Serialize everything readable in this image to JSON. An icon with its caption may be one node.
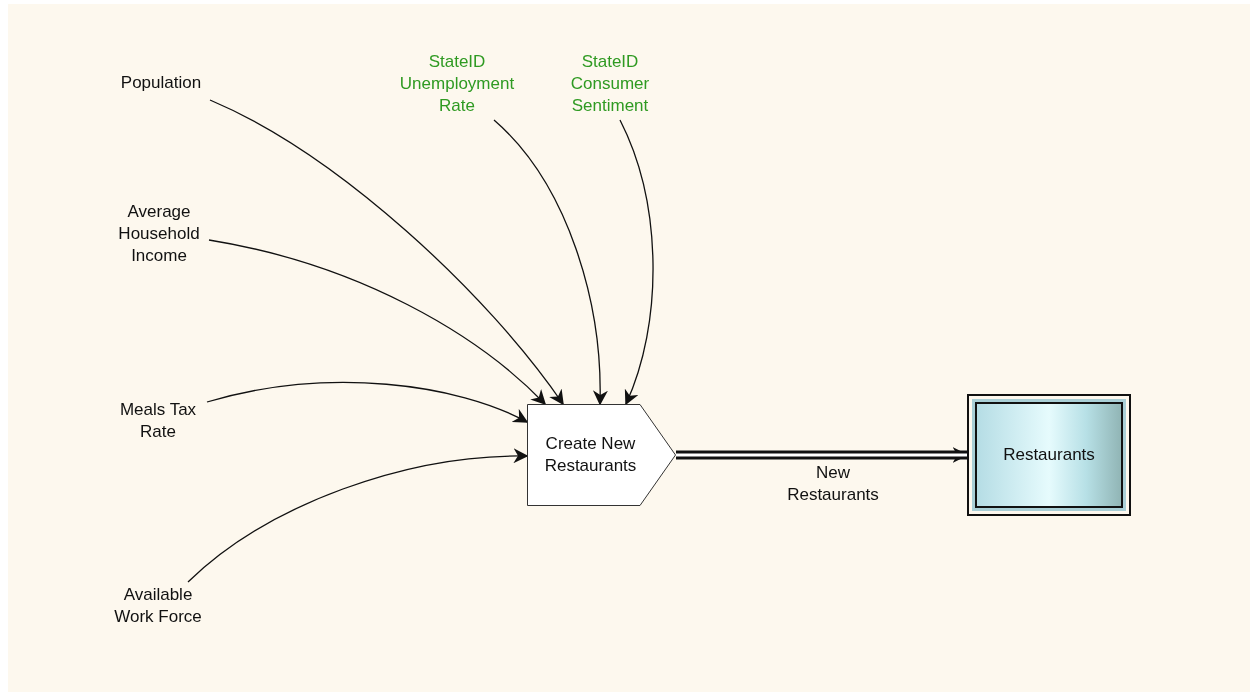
{
  "diagram": {
    "nodes": [
      {
        "text": [
          "Population"
        ]
      },
      {
        "text": [
          "StateID Unemployment Rate"
        ]
      },
      {
        "text": [
          "StateID Consumer Sentiment"
        ]
      },
      {
        "text": [
          "Average Household Income"
        ]
      },
      {
        "text": [
          "Meals Tax Rate"
        ]
      },
      {
        "text": [
          "Create New Restaurants"
        ]
      },
      {
        "text": [
          "Restaurants"
        ]
      },
      {
        "text": [
          "Available Work Force"
        ]
      }
    ],
    "edges": [
      {
        "from": 0,
        "to": 5,
        "arrow": "to"
      },
      {
        "from": 1,
        "to": 5,
        "arrow": "to"
      },
      {
        "from": 2,
        "to": 5,
        "arrow": "to"
      },
      {
        "from": 3,
        "to": 5,
        "arrow": "to"
      },
      {
        "from": 4,
        "to": 5,
        "arrow": "to"
      },
      {
        "from": 7,
        "to": 5,
        "arrow": "to"
      },
      {
        "from": 5,
        "to": 6,
        "arrow": "to",
        "label": "New Restaurants",
        "style": "thick"
      }
    ]
  }
}
